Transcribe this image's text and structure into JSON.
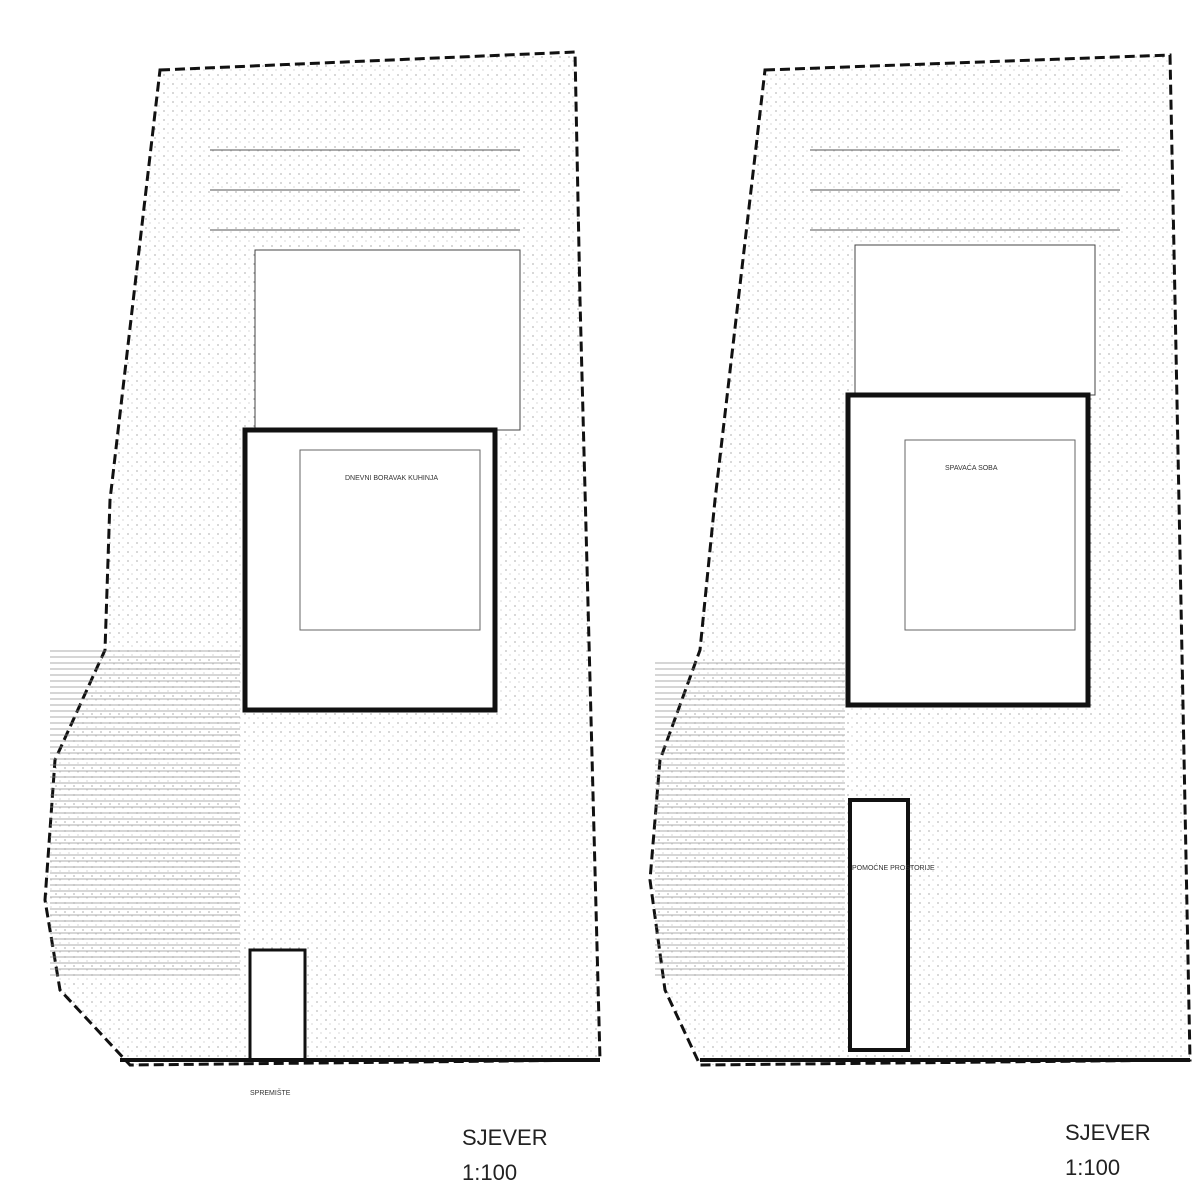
{
  "plans": [
    {
      "id": "left",
      "room_label": "DNEVNI BORAVAK KUHINJA",
      "annex_label": "SPREMIŠTE",
      "title": "SJEVER",
      "subtitle": "1:100"
    },
    {
      "id": "right",
      "room_label": "SPAVAĆA SOBA",
      "annex_label": "POMOĆNE PROSTORIJE",
      "title": "SJEVER",
      "subtitle": "1:100"
    }
  ]
}
